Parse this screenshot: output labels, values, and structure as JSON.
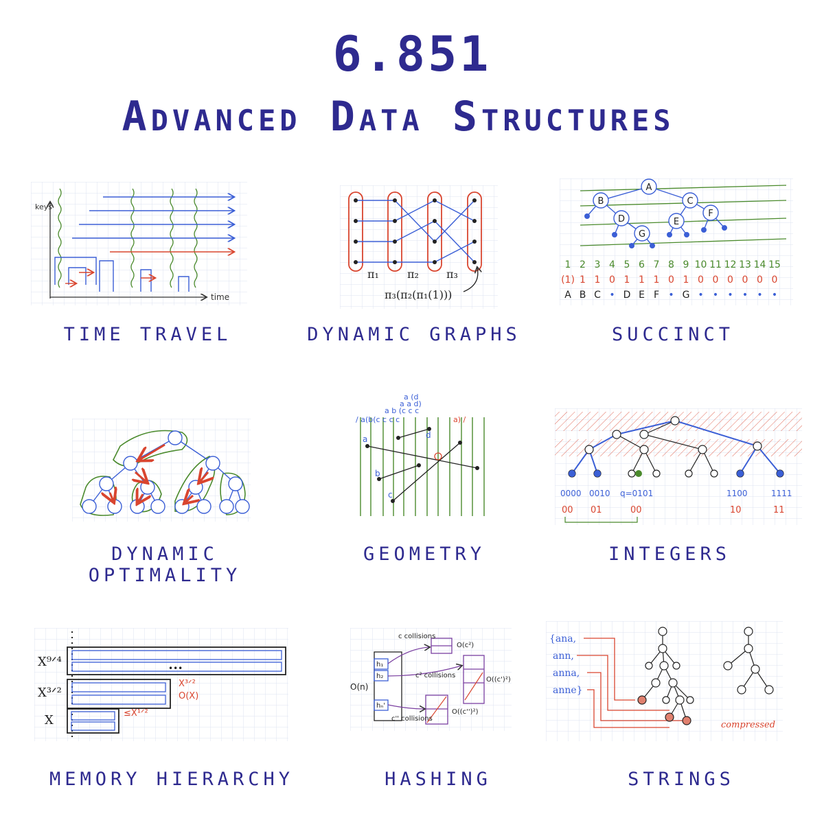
{
  "header": {
    "course_number": "6.851",
    "course_title": "Advanced Data Structures"
  },
  "topics": [
    {
      "label": "TIME TRAVEL"
    },
    {
      "label": "DYNAMIC GRAPHS"
    },
    {
      "label": "SUCCINCT"
    },
    {
      "label": "DYNAMIC OPTIMALITY"
    },
    {
      "label": "GEOMETRY"
    },
    {
      "label": "INTEGERS"
    },
    {
      "label": "MEMORY HIERARCHY"
    },
    {
      "label": "HASHING"
    },
    {
      "label": "STRINGS"
    }
  ],
  "sketches": {
    "time_travel": {
      "y_axis": "keys",
      "x_axis": "time"
    },
    "dynamic_graphs": {
      "pi1": "π₁",
      "pi2": "π₂",
      "pi3": "π₃",
      "composition": "π₃(π₂(π₁(1)))"
    },
    "succinct": {
      "nodes": [
        "A",
        "B",
        "C",
        "D",
        "E",
        "F",
        "G"
      ],
      "indices": [
        "1",
        "2",
        "3",
        "4",
        "5",
        "6",
        "7",
        "8",
        "9",
        "10",
        "11",
        "12",
        "13",
        "14",
        "15"
      ],
      "bits": [
        "(1)",
        "1",
        "1",
        "0",
        "1",
        "1",
        "1",
        "0",
        "1",
        "0",
        "0",
        "0",
        "0",
        "0",
        "0"
      ],
      "letters": [
        "A",
        "B",
        "C",
        "•",
        "D",
        "E",
        "F",
        "•",
        "G",
        "•",
        "•",
        "•",
        "•",
        "•",
        "•"
      ]
    },
    "geometry": {
      "labels": [
        "a",
        "b",
        "c",
        "d"
      ]
    },
    "integers": {
      "queries": [
        "0000",
        "0010",
        "q=0101",
        "1100",
        "1111"
      ],
      "answers": [
        "00",
        "01",
        "00",
        "10",
        "11"
      ]
    },
    "memory_hierarchy": {
      "levels": [
        "X⁹ᐟ⁴",
        "X³ᐟ²",
        "X"
      ],
      "notes": [
        "X³ᐟ²",
        "O(X)",
        "≤X¹ᐟ²"
      ],
      "dots": "•••"
    },
    "hashing": {
      "h1": "h₁",
      "h2": "h₂",
      "hn": "hₙ'",
      "on": "O(n)",
      "c_coll": "c collisions",
      "c2_coll": "c² collisions",
      "c3_coll": "c'' collisions",
      "oc2": "O(c²)",
      "oc3": "O((c')²)",
      "oc4": "O((c'')²)"
    },
    "strings": {
      "words": [
        "{ana,",
        "ann,",
        "anna,",
        "anne}"
      ],
      "compressed": "compressed"
    }
  },
  "colors": {
    "ink": "#2e2a8f",
    "blue": "#3b5fd6",
    "red": "#d9452f",
    "green": "#4a8a2c",
    "grid": "#dde3f0"
  }
}
